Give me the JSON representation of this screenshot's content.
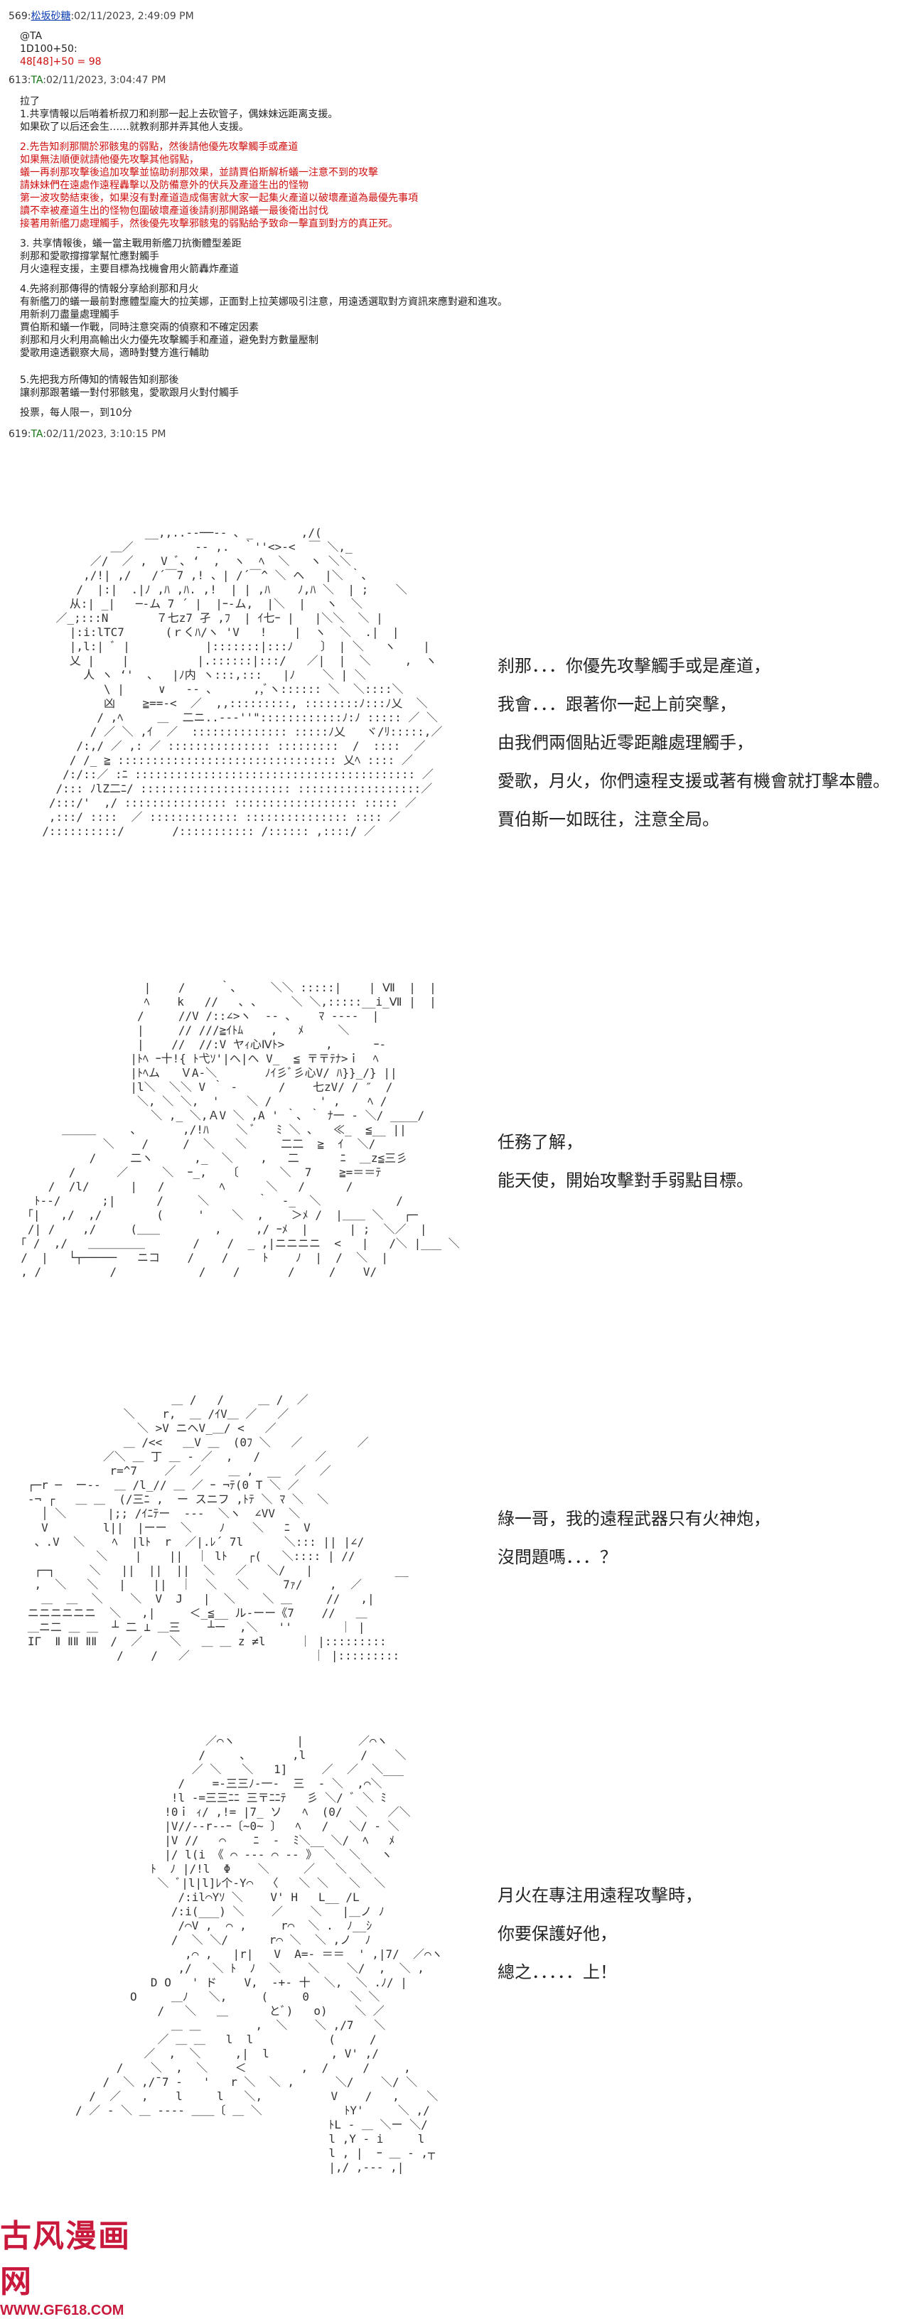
{
  "posts": {
    "p569": {
      "num": "569:",
      "name": "松坂砂糖",
      "date": ":02/11/2023, 2:49:09 PM"
    },
    "p569_lines": [
      "@TA",
      "1D100+50:",
      "48[48]+50 = 98"
    ],
    "p613": {
      "num": "613:",
      "name": "TA",
      "date": ":02/11/2023, 3:04:47 PM"
    },
    "p613_lines": [
      "拉了",
      "1.共享情報以后哨着析叔刀和刹那一起上去砍管子，偶妹妹远距离支援。",
      "如果砍了以后还会生……就教刹那并弄其他人支援。",
      "",
      "2.先告知刹那關於邪骸鬼的弱點，然後請他優先攻擊觸手或產道",
      "如果無法順便就請他優先攻擊其他弱點，",
      "蟻一再刹那攻擊後追加攻擊並協助刹那效果，並請賈伯斯解析蟻一注意不到的攻擊",
      "請妹妹們在遠處作遠程轟擊以及防備意外的伏兵及產道生出的怪物",
      "第一波攻勢結束後，如果沒有對產道造成傷害就大家一起集火產道以破壞產道為最優先事項",
      "讀不幸被產道生出的怪物包圍破壞產道後請刹那開路蟻一最後衛出討伐",
      "接著用新艦刀處理觸手，然後優先攻擊邪骸鬼的弱點給予致命一擊直到對方的真正死。",
      "",
      "3. 共享情報後，蟻一當主戰用新艦刀抗衡體型差距",
      "刹那和愛歌撐撐掌幫忙應對觸手",
      "月火遠程支援，主要目標為找機會用火箭轟炸產道",
      "",
      "4.先將刹那傳得的情報分享給刹那和月火",
      "有新艦刀的蟻一最前對應體型龐大的拉芙娜，正面對上拉芙娜吸引注意，用遠透選取對方資訊來應對避和進攻。",
      "用新刹刀盡量處理觸手",
      "賈伯斯和蟻一作戰，同時注意突兩的偵察和不確定因素",
      "刹那和月火利用高輸出火力優先攻擊觸手和產道，避免對方數量壓制",
      "愛歌用遠透觀察大局，適時對雙方進行輔助",
      "",
      "",
      "5.先把我方所傳知的情報告知刹那後",
      "讓刹那跟著蟻一對付邪骸鬼，愛歌跟月火對付觸手",
      "",
      "投票，每人限一，到10分"
    ],
    "p619": {
      "num": "619:",
      "name": "TA",
      "date": ":02/11/2023, 3:10:15 PM"
    }
  },
  "scenes": [
    {
      "dialog": [
        "刹那．．．你優先攻擊觸手或是產道，",
        "我會．．．跟著你一起上前突擊，",
        "由我們兩個貼近零距離處理觸手，",
        "愛歌，月火，你們遠程支援或著有機會就打擊本體。",
        "賈伯斯一如既往，注意全局。"
      ]
    },
    {
      "dialog": [
        "任務了解，",
        "能天使，開始攻擊對手弱點目標。"
      ]
    },
    {
      "dialog": [
        "綠一哥，我的遠程武器只有火神炮，",
        "沒問題嗎．．．？"
      ]
    },
    {
      "dialog": [
        "月火在專注用遠程攻擊時，",
        "你要保護好他，",
        "總之．．．．．上！"
      ]
    }
  ],
  "footer": {
    "logo": "古风漫画网",
    "url": "WWW.GF618.COM"
  },
  "colors": {
    "link": "#0b3eb3",
    "red": "#d01010",
    "tripcode": "#117711",
    "logo": "#c8183c"
  }
}
